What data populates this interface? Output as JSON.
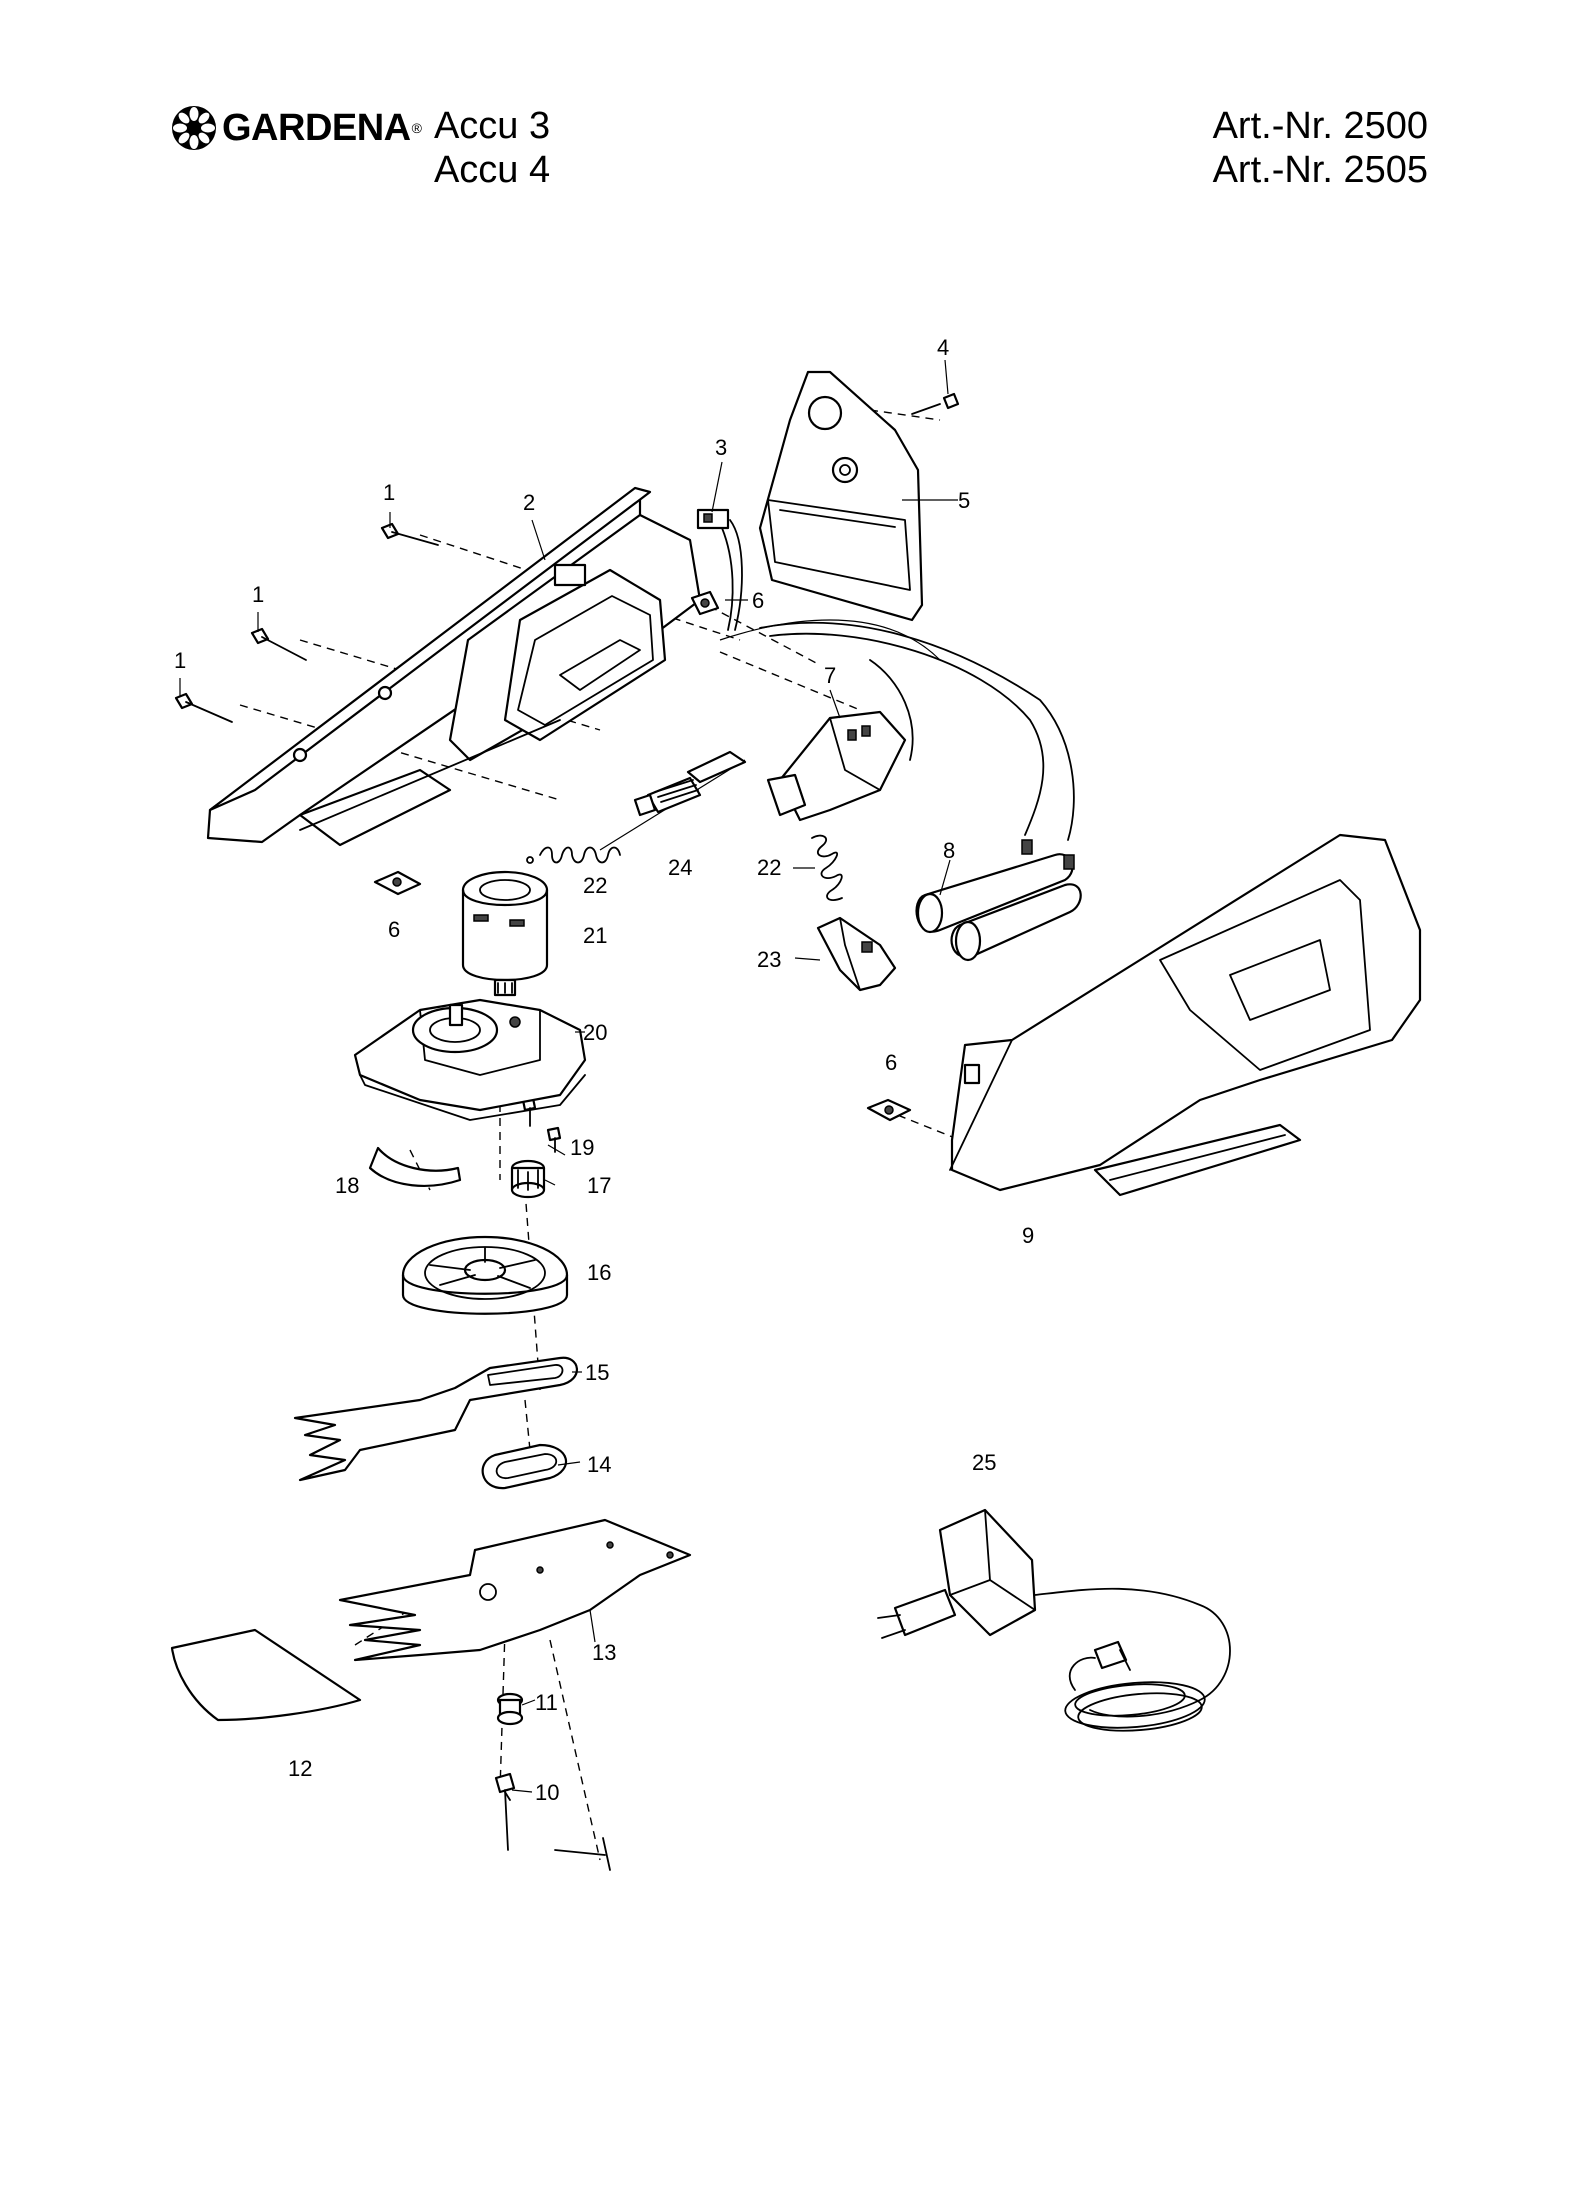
{
  "header": {
    "brand": "GARDENA",
    "brand_mark": "®",
    "models": [
      "Accu 3",
      "Accu 4"
    ],
    "art_numbers": [
      "Art.-Nr. 2500",
      "Art.-Nr. 2505"
    ]
  },
  "parts": [
    {
      "id": "screw-1a",
      "label": "1"
    },
    {
      "id": "screw-1b",
      "label": "1"
    },
    {
      "id": "screw-1c",
      "label": "1"
    },
    {
      "id": "housing-top",
      "label": "2"
    },
    {
      "id": "connector",
      "label": "3"
    },
    {
      "id": "screw-4",
      "label": "4"
    },
    {
      "id": "battery-cover",
      "label": "5"
    },
    {
      "id": "nut-6a",
      "label": "6"
    },
    {
      "id": "nut-6b",
      "label": "6"
    },
    {
      "id": "nut-6c",
      "label": "6"
    },
    {
      "id": "switch",
      "label": "7"
    },
    {
      "id": "battery",
      "label": "8"
    },
    {
      "id": "housing-bottom",
      "label": "9"
    },
    {
      "id": "screw-10",
      "label": "10"
    },
    {
      "id": "bolt-11",
      "label": "11"
    },
    {
      "id": "blade-guard",
      "label": "12"
    },
    {
      "id": "blade-fixed",
      "label": "13"
    },
    {
      "id": "guide-14",
      "label": "14"
    },
    {
      "id": "blade-moving",
      "label": "15"
    },
    {
      "id": "gear-wheel",
      "label": "16"
    },
    {
      "id": "pinion",
      "label": "17"
    },
    {
      "id": "clip-18",
      "label": "18"
    },
    {
      "id": "screw-19",
      "label": "19"
    },
    {
      "id": "gear-housing",
      "label": "20"
    },
    {
      "id": "motor",
      "label": "21"
    },
    {
      "id": "spring-22a",
      "label": "22"
    },
    {
      "id": "spring-22b",
      "label": "22"
    },
    {
      "id": "switch-button",
      "label": "23"
    },
    {
      "id": "slider-24",
      "label": "24"
    },
    {
      "id": "charger",
      "label": "25"
    }
  ]
}
